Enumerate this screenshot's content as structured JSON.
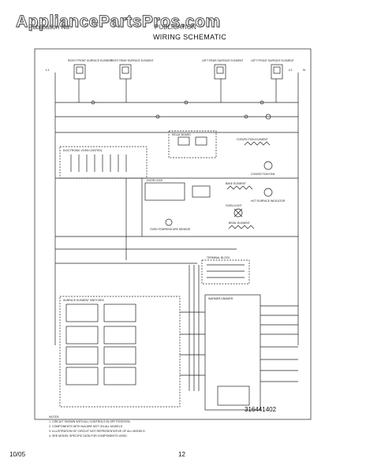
{
  "watermark": "AppliancePartsPros.com",
  "header": {
    "left": "Publication No.",
    "mid": "PUBLICATION",
    "title": "WIRING SCHEMATIC"
  },
  "lines": {
    "l1": "L1",
    "l2": "L2",
    "n": "N"
  },
  "labels": {
    "rf": "RIGHT FRONT SURFACE ELEMENT",
    "rr": "RIGHT REAR SURFACE ELEMENT",
    "lr": "LEFT REAR SURFACE ELEMENT",
    "lf": "LEFT FRONT SURFACE ELEMENT",
    "control": "ELECTRONIC OVEN CONTROL",
    "relay": "RELAY BOARD",
    "bake": "BAKE ELEMENT",
    "broil": "BROIL ELEMENT",
    "convection": "CONVECTION ELEMENT",
    "lock": "DOOR LOCK",
    "light": "OVEN LIGHT",
    "sensor": "OVEN TEMPERATURE SENSOR",
    "fan": "CONVECTION FAN",
    "warmer": "WARMER DRAWER",
    "switch_box": "SURFACE ELEMENT SWITCHES",
    "hot": "HOT SURFACE INDICATOR",
    "terminal": "TERMINAL BLOCK"
  },
  "part_number": "316441402",
  "notes": [
    "NOTES:",
    "1. CIRCUIT SHOWN WITH ALL CONTROLS IN OFF POSITION.",
    "2. COMPONENTS WITH N/A ARE NOT ON ALL MODELS.",
    "3. ILLUSTRATION OF CIRCUIT NOT REPRESENTATIVE OF ALL MODELS.",
    "4. SEE MODEL SPECIFIC DATA FOR COMPONENTS USED."
  ],
  "footer": {
    "date": "10/05",
    "page": "12"
  }
}
